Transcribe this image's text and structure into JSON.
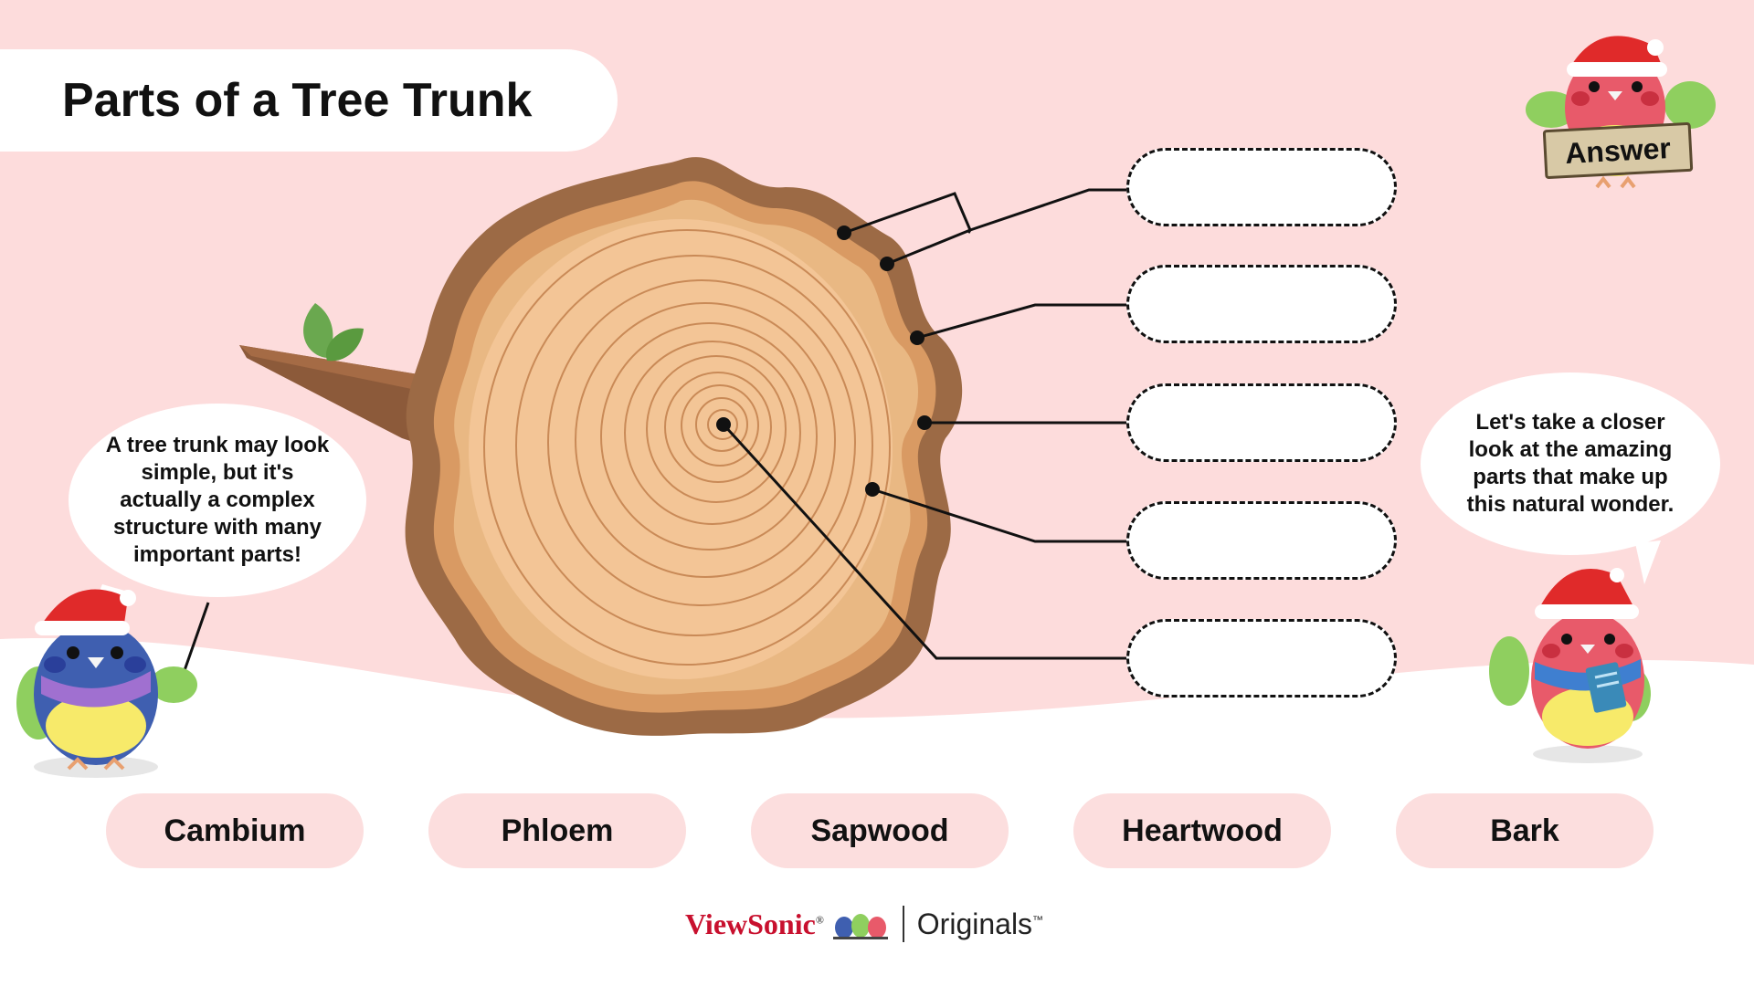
{
  "title": "Parts of a Tree Trunk",
  "answer_button": {
    "label": "Answer"
  },
  "left_bubble": {
    "text": "A tree trunk may look simple, but it's actually a complex structure with many important parts!"
  },
  "right_bubble": {
    "text": "Let's take a closer look at the amazing parts that make up this natural wonder."
  },
  "answer_slots": [
    "",
    "",
    "",
    "",
    ""
  ],
  "word_bank": [
    "Cambium",
    "Phloem",
    "Sapwood",
    "Heartwood",
    "Bark"
  ],
  "footer": {
    "brand": "ViewSonic",
    "brand_mark": "®",
    "product": "Originals",
    "product_mark": "™"
  },
  "icons": [
    "tree-trunk-cross-section-icon",
    "branch-icon",
    "leaf-icon",
    "bird-mascot-blue-icon",
    "bird-mascot-red-icon",
    "santa-hat-icon",
    "book-icon"
  ],
  "colors": {
    "background_pink": "#fddcdc",
    "chip_pink": "#fcdede",
    "bark_dark": "#9c6a45",
    "wood_light": "#f5c9a0",
    "brand_red": "#c8102e"
  }
}
